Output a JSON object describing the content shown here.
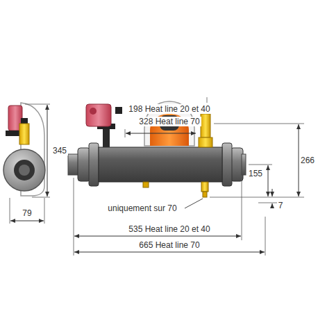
{
  "diagram": {
    "labels": [
      "198 Heat line 20 et 40",
      "328 Heat line 70",
      "345",
      "79",
      "155",
      "266",
      "uniquement sur 70",
      "7",
      "535 Heat line 20 et 40",
      "665 Heat line 70"
    ]
  }
}
